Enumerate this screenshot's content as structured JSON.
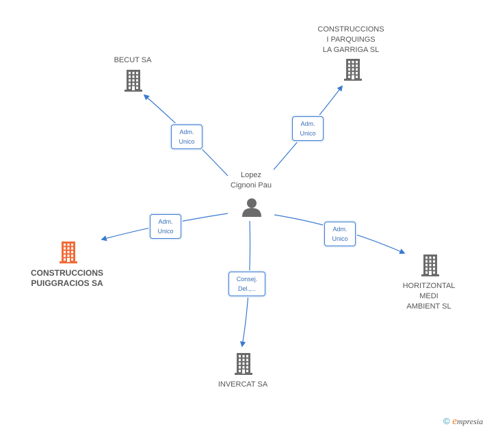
{
  "center": {
    "name": "Lopez\nCignoni Pau"
  },
  "companies": [
    {
      "id": "becut",
      "name": "BECUT SA",
      "highlight": false
    },
    {
      "id": "construccions-parquings",
      "name": "CONSTRUCCIONS\nI PARQUINGS\nLA GARRIGA  SL",
      "highlight": false
    },
    {
      "id": "construccions-puiggracios",
      "name": "CONSTRUCCIONS\nPUIGGRACIOS SA",
      "highlight": true
    },
    {
      "id": "horitzontal",
      "name": "HORITZONTAL\nMEDI\nAMBIENT SL",
      "highlight": false
    },
    {
      "id": "invercat",
      "name": "INVERCAT SA",
      "highlight": false
    }
  ],
  "roles": [
    {
      "id": "becut",
      "line1": "Adm.",
      "line2": "Unico"
    },
    {
      "id": "construccions-parquings",
      "line1": "Adm.",
      "line2": "Unico"
    },
    {
      "id": "construccions-puiggracios",
      "line1": "Adm.",
      "line2": "Unico"
    },
    {
      "id": "horitzontal",
      "line1": "Adm.",
      "line2": "Unico"
    },
    {
      "id": "invercat",
      "line1": "Consej.",
      "line2": "Del.,..."
    }
  ],
  "colors": {
    "edge": "#3a7ad0",
    "building": "#6b6b6b",
    "highlight": "#f26b38",
    "person": "#6b6b6b"
  },
  "footer": {
    "copyright": "©",
    "brand_e": "e",
    "brand_rest": "mpresia"
  }
}
